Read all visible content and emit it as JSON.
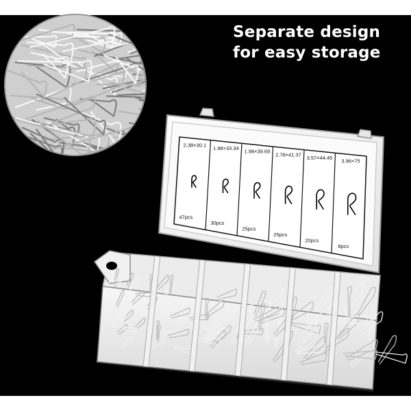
{
  "headline": {
    "line1": "Separate design",
    "line2": "for easy storage"
  },
  "lid_chart": {
    "sizes": [
      "2.38×30.1",
      "1.98×33.34",
      "1.98×39.69",
      "2.78×41.37",
      "3.57×44.45",
      "3.96×75"
    ],
    "counts": [
      "47pcs",
      "30pcs",
      "25pcs",
      "25pcs",
      "20pcs",
      "8pcs"
    ]
  },
  "product": {
    "compartments": 6,
    "item": "R-clip hitch pins",
    "inset": "close-up of pins"
  },
  "colors": {
    "background": "#000000",
    "headline_text": "#ffffff",
    "case": "#f4f4f4",
    "metal": "#dcdcdc"
  }
}
